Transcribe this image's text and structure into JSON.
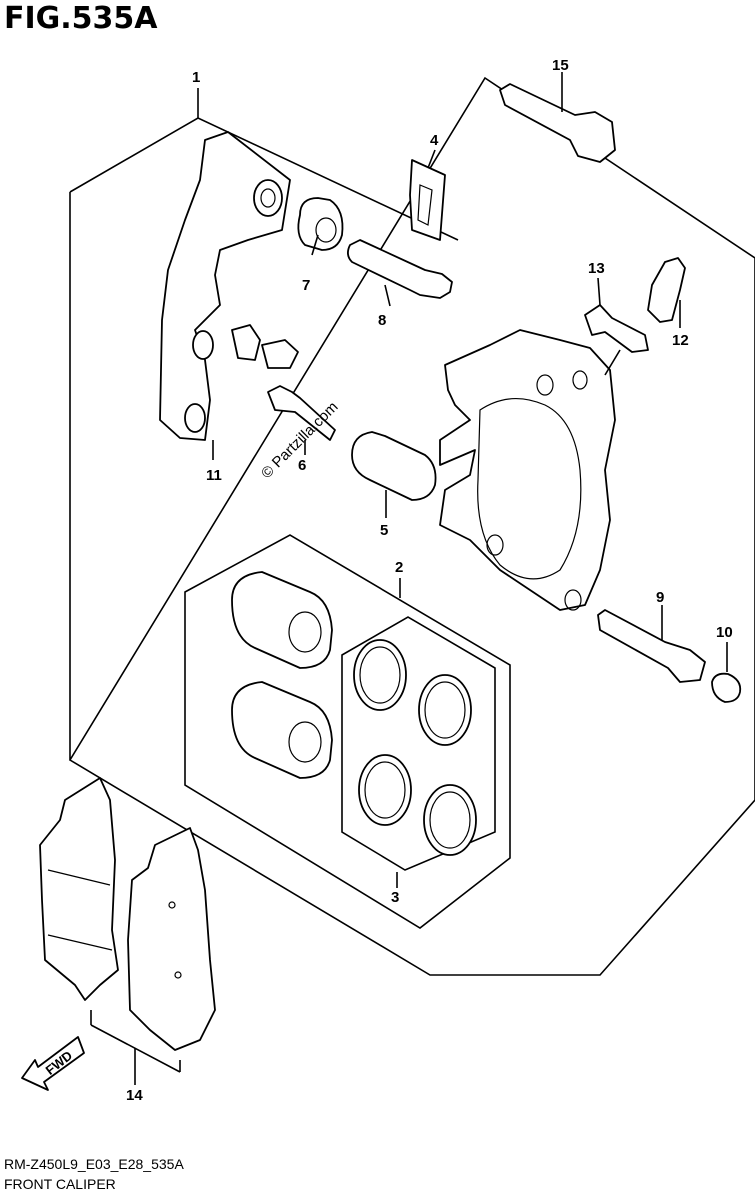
{
  "figure": {
    "title": "FIG.535A",
    "code": "RM-Z450L9_E03_E28_535A",
    "name": "FRONT CALIPER",
    "watermark": "© Partzilla.com",
    "fwd_label": "FWD"
  },
  "callouts": [
    {
      "id": "c1",
      "label": "1"
    },
    {
      "id": "c2",
      "label": "2"
    },
    {
      "id": "c3",
      "label": "3"
    },
    {
      "id": "c4",
      "label": "4"
    },
    {
      "id": "c5",
      "label": "5"
    },
    {
      "id": "c6",
      "label": "6"
    },
    {
      "id": "c7",
      "label": "7"
    },
    {
      "id": "c8",
      "label": "8"
    },
    {
      "id": "c9",
      "label": "9"
    },
    {
      "id": "c10",
      "label": "10"
    },
    {
      "id": "c11",
      "label": "11"
    },
    {
      "id": "c12",
      "label": "12"
    },
    {
      "id": "c13",
      "label": "13"
    },
    {
      "id": "c14",
      "label": "14"
    },
    {
      "id": "c15",
      "label": "15"
    }
  ]
}
